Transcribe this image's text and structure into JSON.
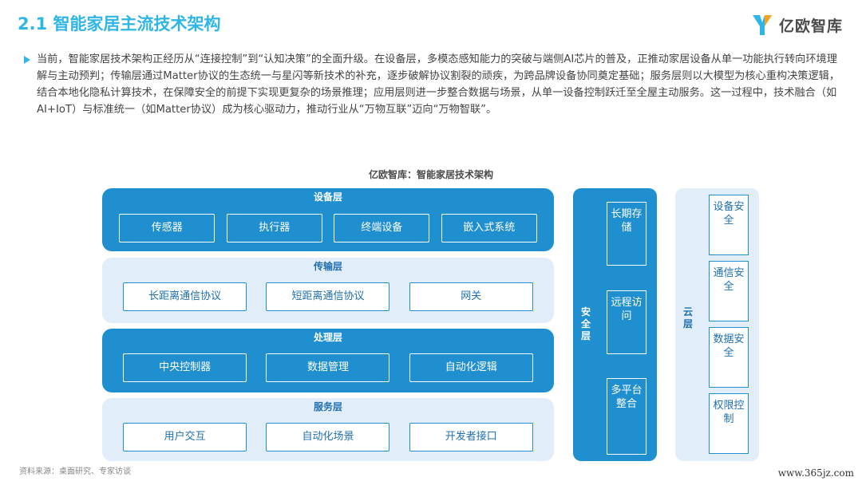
{
  "header": {
    "title": "2.1 智能家居主流技术架构",
    "brand": "亿欧智库"
  },
  "intro": "当前，智能家居技术架构正经历从“连接控制”到“认知决策”的全面升级。在设备层，多模态感知能力的突破与端侧AI芯片的普及，正推动家居设备从单一功能执行转向环境理解与主动预判；传输层通过Matter协议的生态统一与星闪等新技术的补充，逐步破解协议割裂的顽疾，为跨品牌设备协同奠定基础；服务层则以大模型为核心重构决策逻辑，结合本地化隐私计算技术，在保障安全的前提下实现更复杂的场景推理；应用层则进一步整合数据与场景，从单一设备控制跃迁至全屋主动服务。这一过程中，技术融合（如AI+IoT）与标准统一（如Matter协议）成为核心驱动力，推动行业从“万物互联”迈向“万物智联”。",
  "diagram": {
    "title": "亿欧智库：智能家居技术架构",
    "layers": [
      {
        "name": "设备层",
        "items": [
          "传感器",
          "执行器",
          "终端设备",
          "嵌入式系统"
        ]
      },
      {
        "name": "传输层",
        "items": [
          "长距离通信协议",
          "短距离通信协议",
          "网关"
        ]
      },
      {
        "name": "处理层",
        "items": [
          "中央控制器",
          "数据管理",
          "自动化逻辑"
        ]
      },
      {
        "name": "服务层",
        "items": [
          "用户交互",
          "自动化场景",
          "开发者接口"
        ]
      }
    ],
    "security": {
      "name": "安全层",
      "items": [
        "长期存储",
        "远程访问",
        "多平台整合"
      ]
    },
    "cloud": {
      "name": "云层",
      "items": [
        "设备安全",
        "通信安全",
        "数据安全",
        "权限控制"
      ]
    }
  },
  "footer": {
    "source": "资料来源：桌面研究、专家访谈",
    "watermark": "www.365jz.com"
  },
  "colors": {
    "accent": "#2fb6e6",
    "dark_blue": "#1f8fd0",
    "light_blue": "#e1eef9"
  }
}
